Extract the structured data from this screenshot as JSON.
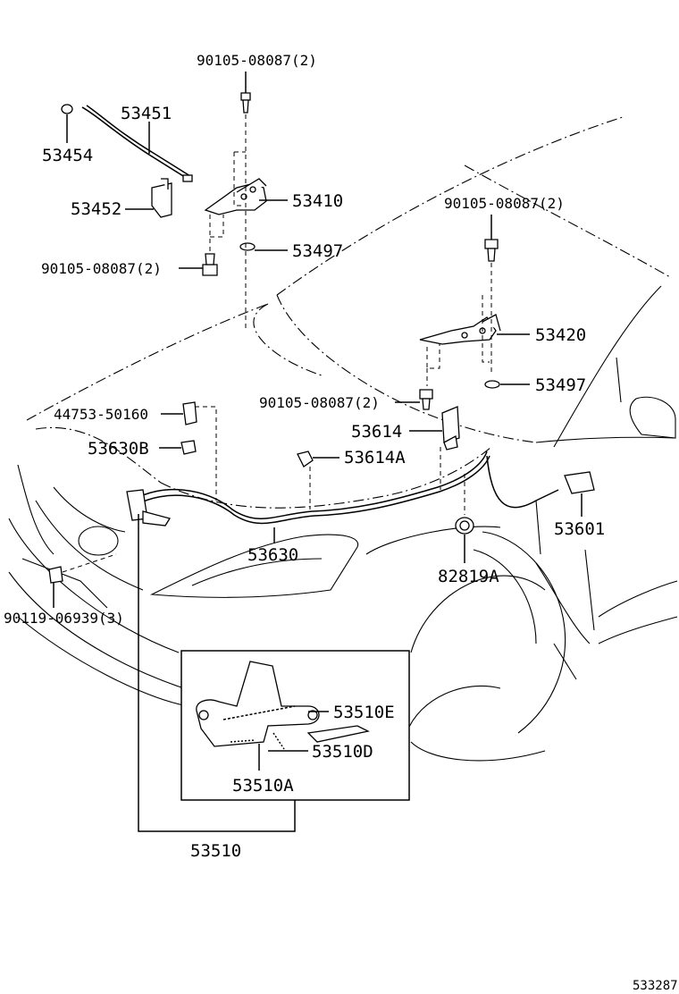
{
  "labels": {
    "p_90105_top": "90105-08087(2)",
    "p_53451": "53451",
    "p_53454": "53454",
    "p_53452": "53452",
    "p_53410": "53410",
    "p_53497_left": "53497",
    "p_90105_left": "90105-08087(2)",
    "p_90105_right": "90105-08087(2)",
    "p_53420": "53420",
    "p_53497_right": "53497",
    "p_90105_mid": "90105-08087(2)",
    "p_44753": "44753-50160",
    "p_53614": "53614",
    "p_53630B": "53630B",
    "p_53614A": "53614A",
    "p_53601": "53601",
    "p_53630": "53630",
    "p_82819A": "82819A",
    "p_90119": "90119-06939(3)",
    "p_53510E": "53510E",
    "p_53510D": "53510D",
    "p_53510A": "53510A",
    "p_53510": "53510",
    "diagram_id": "533287"
  }
}
